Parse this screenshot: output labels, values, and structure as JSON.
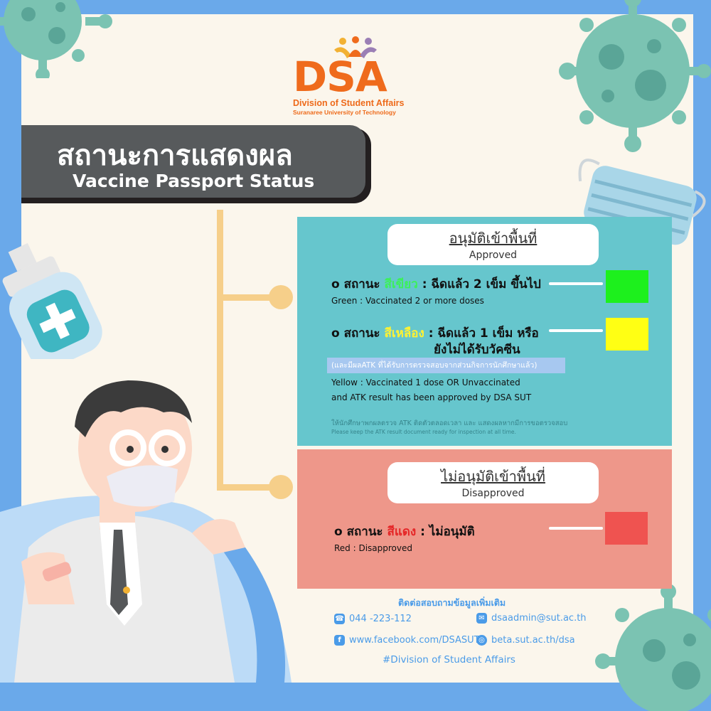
{
  "logo": {
    "wordmark": "DSA",
    "line1": "Division of Student Affairs",
    "line2": "Suranaree University of Technology"
  },
  "title": {
    "thai": "สถานะการแสดงผล",
    "english": "Vaccine Passport Status"
  },
  "approved": {
    "heading_th": "อนุมัติเข้าพื้นที่",
    "heading_en": "Approved",
    "green": {
      "prefix": "o สถานะ ",
      "color_word": "สีเขียว",
      "suffix": " : ฉีดแล้ว 2 เข็ม ขึ้นไป",
      "english": "Green : Vaccinated 2 or more doses",
      "swatch_color": "#1df01d"
    },
    "yellow": {
      "prefix": "o สถานะ ",
      "color_word": "สีเหลือง",
      "suffix": " : ฉีดแล้ว 1 เข็ม หรือ",
      "line2": "ยังไม่ได้รับวัคซีน",
      "atk_note": "(และมีผลATK ที่ได้รับการตรวจสอบจากส่วนกิจการนักศึกษาแล้ว)",
      "english_line1": "Yellow : Vaccinated 1 dose OR Unvaccinated",
      "english_line2": "and ATK result has been approved by DSA SUT",
      "swatch_color": "#ffff14"
    },
    "note_th": "ให้นักศึกษาพกผลตรวจ ATK ติดตัวตลอดเวลา และ แสดงผลหากมีการขอตรวจสอบ",
    "note_en": "Please keep the ATK result document ready for inspection at all time."
  },
  "disapproved": {
    "heading_th": "ไม่อนุมัติเข้าพื้นที่",
    "heading_en": "Disapproved",
    "red": {
      "prefix": "o สถานะ ",
      "color_word": "สีแดง",
      "suffix": " : ไม่อนุมัติ",
      "english": "Red : Disapproved",
      "swatch_color": "#ef5350"
    }
  },
  "contact": {
    "title": "ติดต่อสอบถามข้อมูลเพิ่มเติม",
    "phone": "044 -223-112",
    "email": "dsaadmin@sut.ac.th",
    "facebook": "www.facebook.com/DSASUT",
    "website": "beta.sut.ac.th/dsa",
    "hashtag": "#Division of Student Affairs"
  }
}
